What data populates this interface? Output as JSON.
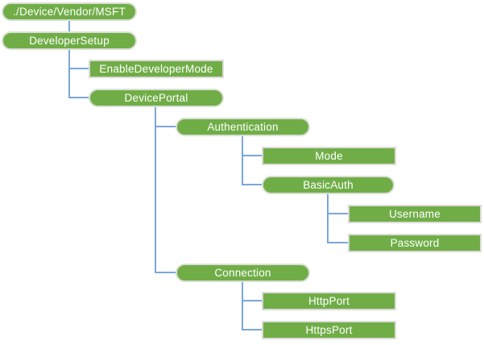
{
  "colors": {
    "node_fill": "#70AD47",
    "node_text": "#FFFFFF",
    "node_border": "#DCDBD7",
    "pill_border": "#D9DFD3",
    "connector": "#7BA7DB"
  },
  "diagram": {
    "type": "tree",
    "nodes": [
      {
        "label": "./Device/Vendor/MSFT",
        "shape": "rounded",
        "parent": null
      },
      {
        "label": "DeveloperSetup",
        "shape": "rounded",
        "parent": "./Device/Vendor/MSFT"
      },
      {
        "label": "EnableDeveloperMode",
        "shape": "rect",
        "parent": "DeveloperSetup"
      },
      {
        "label": "DevicePortal",
        "shape": "rounded",
        "parent": "DeveloperSetup"
      },
      {
        "label": "Authentication",
        "shape": "rounded",
        "parent": "DevicePortal"
      },
      {
        "label": "Mode",
        "shape": "rect",
        "parent": "Authentication"
      },
      {
        "label": "BasicAuth",
        "shape": "rounded",
        "parent": "Authentication"
      },
      {
        "label": "Username",
        "shape": "rect",
        "parent": "BasicAuth"
      },
      {
        "label": "Password",
        "shape": "rect",
        "parent": "BasicAuth"
      },
      {
        "label": "Connection",
        "shape": "rounded",
        "parent": "DevicePortal"
      },
      {
        "label": "HttpPort",
        "shape": "rect",
        "parent": "Connection"
      },
      {
        "label": "HttpsPort",
        "shape": "rect",
        "parent": "Connection"
      }
    ]
  }
}
